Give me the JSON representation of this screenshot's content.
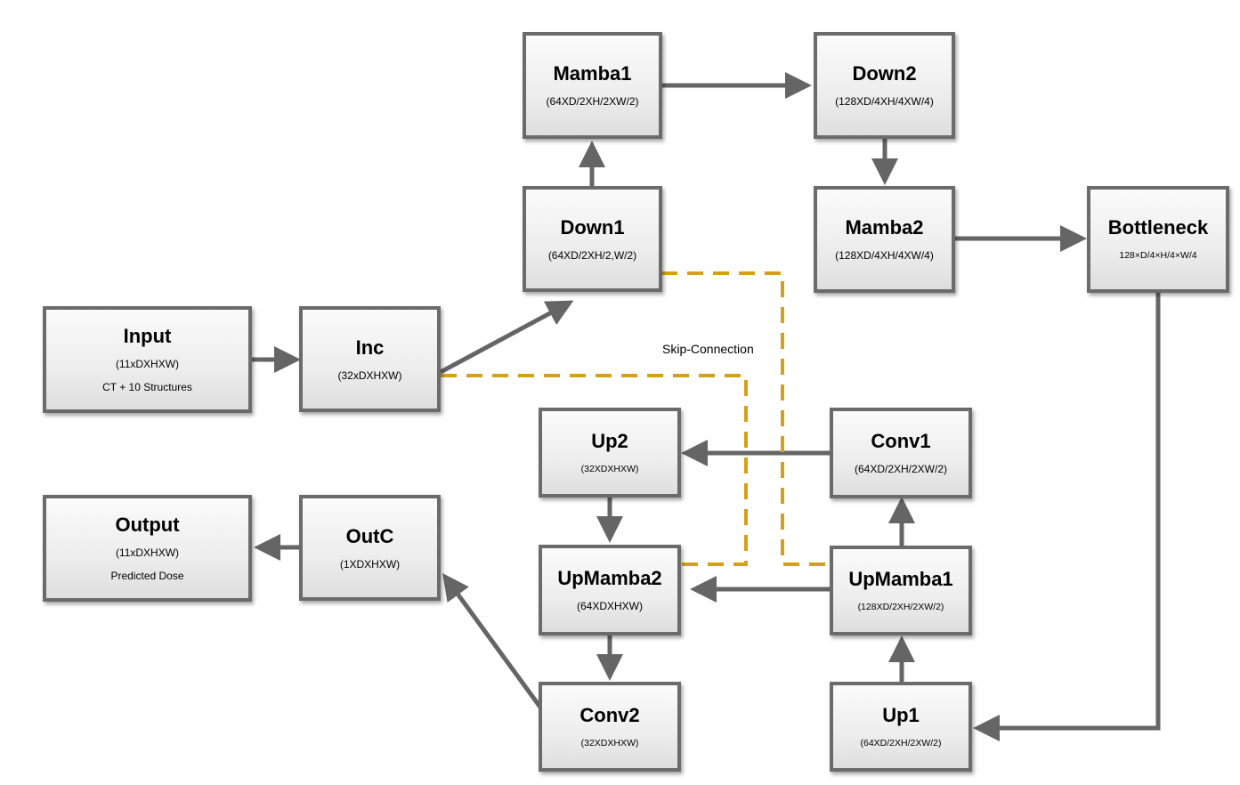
{
  "nodes": {
    "input": {
      "title": "Input",
      "dims": "(11xDXHXW)",
      "note": "CT + 10 Structures"
    },
    "inc": {
      "title": "Inc",
      "dims": "(32xDXHXW)"
    },
    "down1": {
      "title": "Down1",
      "dims": "(64XD/2XH/2,W/2)"
    },
    "mamba1": {
      "title": "Mamba1",
      "dims": "(64XD/2XH/2XW/2)"
    },
    "down2": {
      "title": "Down2",
      "dims": "(128XD/4XH/4XW/4)"
    },
    "mamba2": {
      "title": "Mamba2",
      "dims": "(128XD/4XH/4XW/4)"
    },
    "bottleneck": {
      "title": "Bottleneck",
      "dims": "128×D/4×H/4×W/4"
    },
    "up1": {
      "title": "Up1",
      "dims": "(64XD/2XH/2XW/2)"
    },
    "upmamba1": {
      "title": "UpMamba1",
      "dims": "(128XD/2XH/2XW/2)"
    },
    "conv1": {
      "title": "Conv1",
      "dims": "(64XD/2XH/2XW/2)"
    },
    "up2": {
      "title": "Up2",
      "dims": "(32XDXHXW)"
    },
    "upmamba2": {
      "title": "UpMamba2",
      "dims": "(64XDXHXW)"
    },
    "conv2": {
      "title": "Conv2",
      "dims": "(32XDXHXW)"
    },
    "outc": {
      "title": "OutC",
      "dims": "(1XDXHXW)"
    },
    "output": {
      "title": "Output",
      "dims": "(11xDXHXW)",
      "note": "Predicted Dose"
    }
  },
  "skip_label": "Skip-Connection",
  "colors": {
    "arrow": "#656565",
    "skip": "#d4a017",
    "border": "#6b6b6b"
  }
}
